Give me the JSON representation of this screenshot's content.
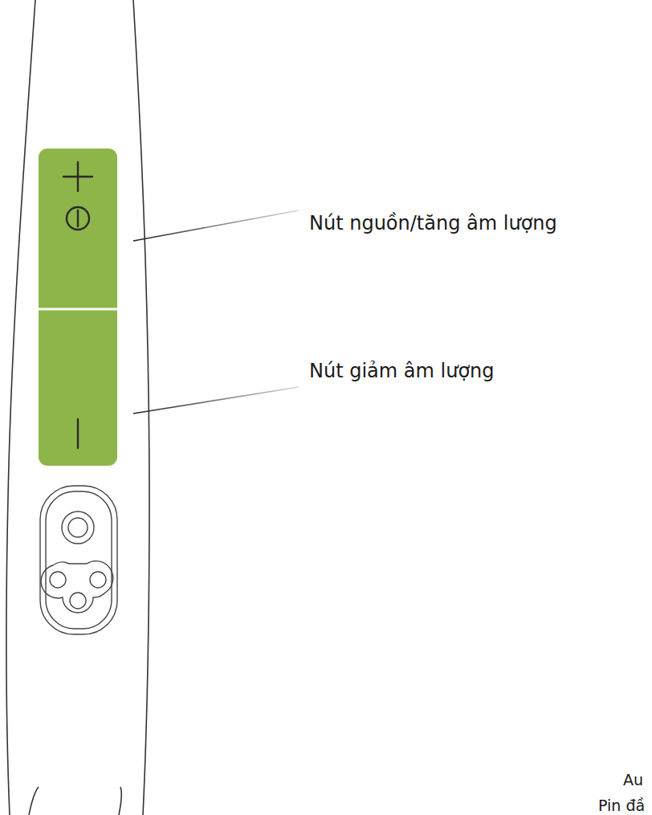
{
  "diagram": {
    "labels": [
      "Nút nguồn/tăng âm lượng",
      "Nút giảm âm lượng",
      "Au",
      "Pin đầ"
    ]
  }
}
